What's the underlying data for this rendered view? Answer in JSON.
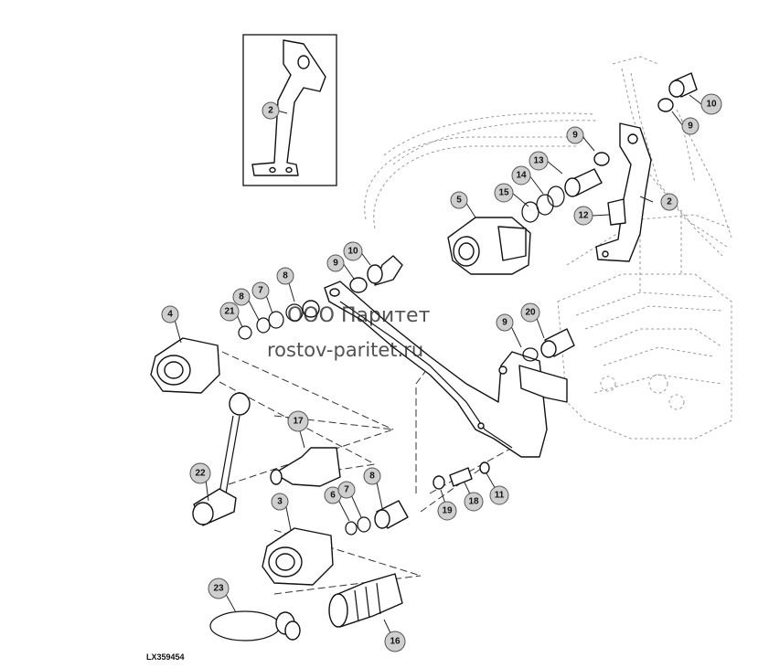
{
  "watermark": {
    "title": "ООО Паритет",
    "url": "rostov-paritet.ru"
  },
  "figure_id": "LX359454",
  "callouts": [
    {
      "label": "2"
    },
    {
      "label": "10"
    },
    {
      "label": "9"
    },
    {
      "label": "9"
    },
    {
      "label": "13"
    },
    {
      "label": "14"
    },
    {
      "label": "15"
    },
    {
      "label": "2"
    },
    {
      "label": "5"
    },
    {
      "label": "12"
    },
    {
      "label": "10"
    },
    {
      "label": "9"
    },
    {
      "label": "8"
    },
    {
      "label": "7"
    },
    {
      "label": "8"
    },
    {
      "label": "21"
    },
    {
      "label": "4"
    },
    {
      "label": "20"
    },
    {
      "label": "9"
    },
    {
      "label": "17"
    },
    {
      "label": "22"
    },
    {
      "label": "8"
    },
    {
      "label": "6"
    },
    {
      "label": "7"
    },
    {
      "label": "3"
    },
    {
      "label": "19"
    },
    {
      "label": "18"
    },
    {
      "label": "11"
    },
    {
      "label": "23"
    },
    {
      "label": "16"
    }
  ],
  "colors": {
    "callout_fill": "#cfcfcf",
    "line": "#111111",
    "background": "#ffffff"
  }
}
